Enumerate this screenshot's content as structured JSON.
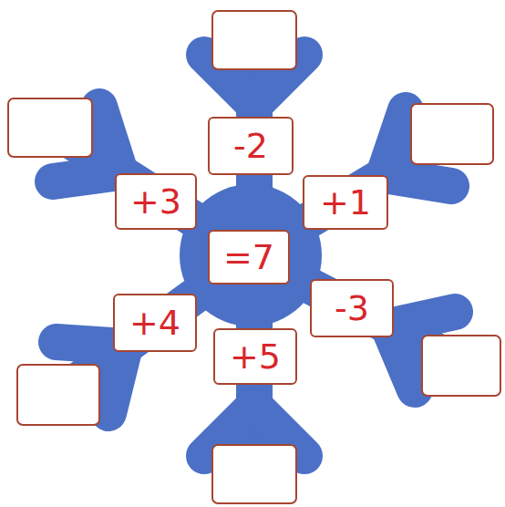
{
  "diagram": {
    "nodes": [
      {
        "text": [
          "-2"
        ]
      },
      {
        "text": [
          "+3"
        ]
      },
      {
        "text": [
          "+1"
        ]
      },
      {
        "text": [
          "=7"
        ]
      },
      {
        "text": [
          "+4"
        ]
      },
      {
        "text": [
          "-3"
        ]
      },
      {
        "text": [
          "+5"
        ]
      }
    ]
  }
}
